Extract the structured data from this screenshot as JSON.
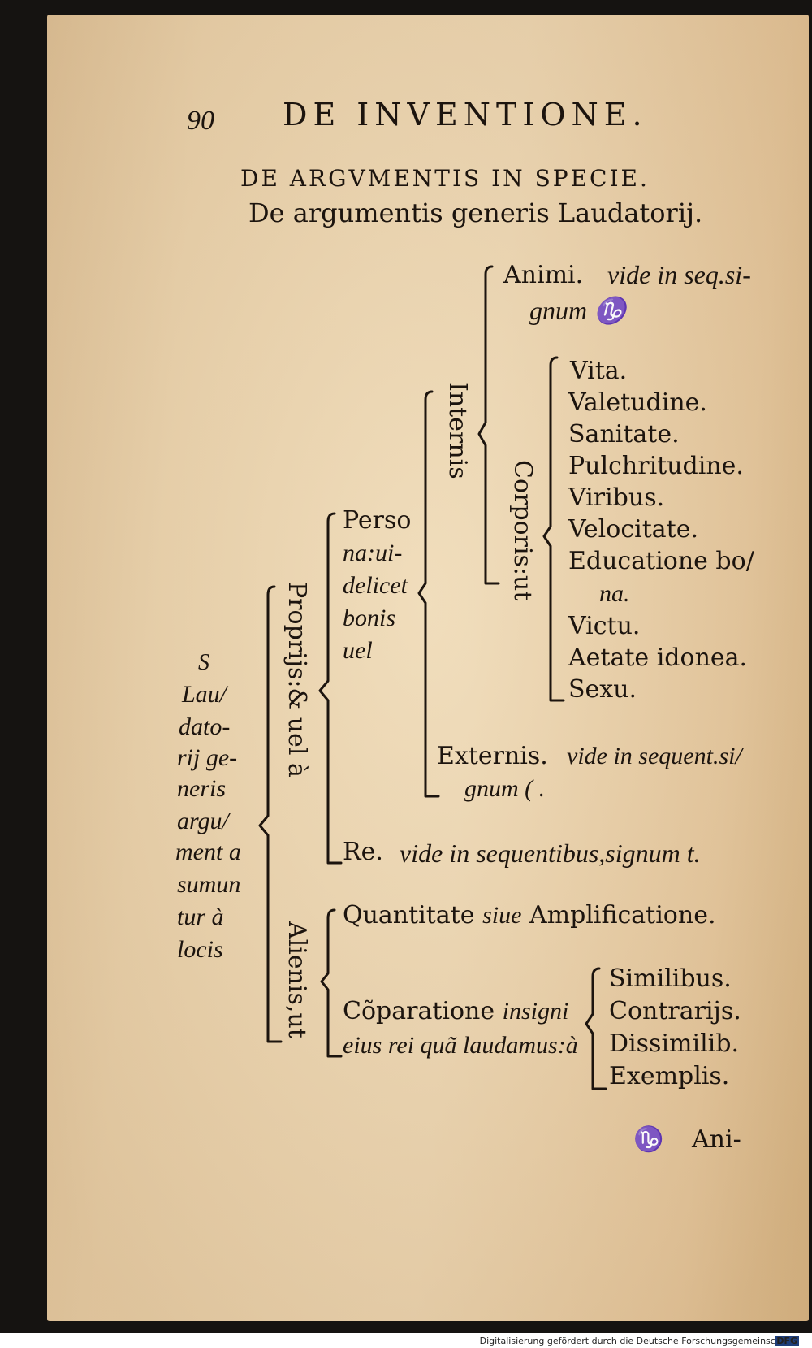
{
  "page_number": "90",
  "running_head": "DE INVENTIONE.",
  "section_title": "DE ARGVMENTIS IN SPECIE.",
  "section_subtitle": "De argumentis generis Laudatorij.",
  "tree": {
    "root": [
      "S",
      "Lau/",
      "dato-",
      "rij ge-",
      "neris",
      "argu/",
      "ment a",
      "sumun",
      "tur à",
      "locis"
    ],
    "proprijs": "Proprijs:& uel à",
    "alienis": "Alienis,ut",
    "persona": [
      "Perso",
      "na:ui-",
      "delicet",
      "bonis",
      "uel"
    ],
    "internis": "Internis",
    "animi": "Animi.",
    "animi_note_1": "vide in seq.si-",
    "animi_note_2": "gnum ♑",
    "corporis": "Corporis:ut",
    "corporis_items": [
      "Vita.",
      "Valetudine.",
      "Sanitate.",
      "Pulchritudine.",
      "Viribus.",
      "Velocitate.",
      "Educatione bo/",
      "na.",
      "Victu.",
      "Aetate idonea.",
      "Sexu."
    ],
    "externis": "Externis.",
    "externis_note_1": "vide in sequent.si/",
    "externis_note_2": "gnum ( .",
    "re": "Re.",
    "re_note": "vide in sequentibus,signum t.",
    "quantitate_1": "Quantitate",
    "quantitate_2": "siue",
    "quantitate_3": "Amplificatione.",
    "comparatione_1": "Cõparatione",
    "comparatione_2": "insigni",
    "comparatione_3": "eius rei quã laudamus:à",
    "comparison_items": [
      "Similibus.",
      "Contrarijs.",
      "Dissimilib.",
      "Exemplis."
    ]
  },
  "catchword_symbol": "♑",
  "catchword": "Ani-",
  "footer_text": "Digitalisierung gefördert durch die Deutsche Forschungsgemeinschaft -",
  "footer_logo": "DFG"
}
